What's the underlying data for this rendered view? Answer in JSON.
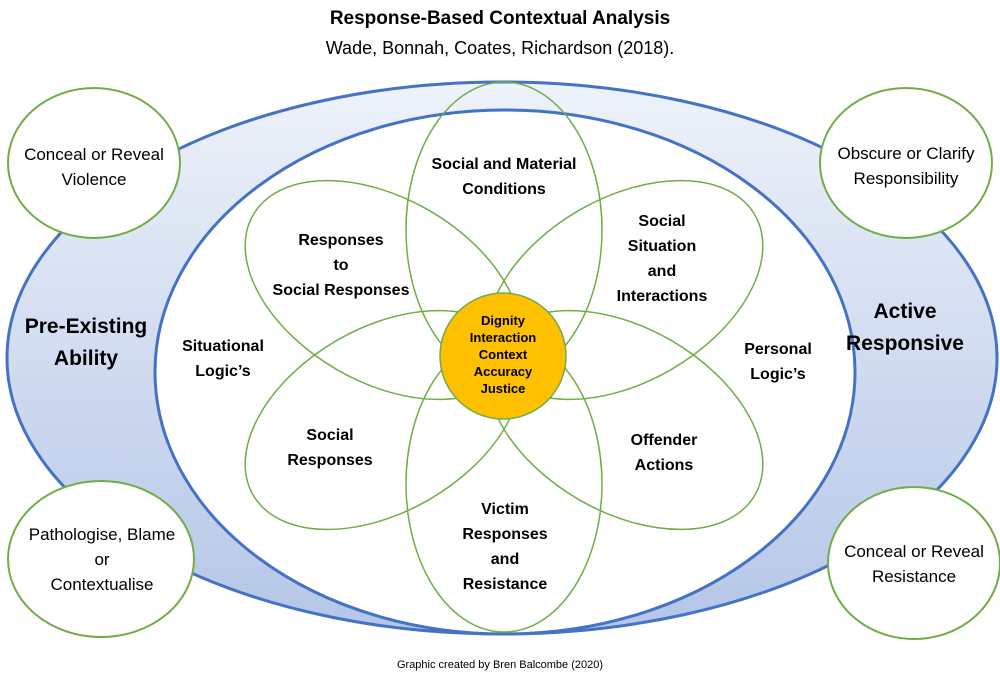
{
  "title": "Response-Based Contextual Analysis",
  "subtitle": "Wade, Bonnah, Coates, Richardson (2018).",
  "credit": "Graphic created by Bren Balcombe (2020)",
  "colors": {
    "outer_ring_stroke": "#4472c4",
    "outer_ring_fill_light": "#eef2fa",
    "outer_ring_fill_dark": "#b4c6e7",
    "petal_stroke": "#70ad47",
    "corner_stroke": "#70ad47",
    "center_fill": "#ffc000",
    "center_stroke": "#70ad47"
  },
  "outer": {
    "left": [
      "Pre-Existing",
      "Ability"
    ],
    "right": [
      "Active",
      "Responsive"
    ]
  },
  "logics": {
    "left": [
      "Situational",
      "Logic’s"
    ],
    "right": [
      "Personal",
      "Logic’s"
    ]
  },
  "petals": {
    "top": [
      "Social and Material",
      "Conditions"
    ],
    "upper_left": [
      "Responses",
      "to",
      "Social Responses"
    ],
    "upper_right": [
      "Social",
      "Situation",
      "and",
      "Interactions"
    ],
    "lower_left": [
      "Social",
      "Responses"
    ],
    "lower_right": [
      "Offender",
      "Actions"
    ],
    "bottom": [
      "Victim",
      "Responses",
      "and",
      "Resistance"
    ]
  },
  "center": [
    "Dignity",
    "Interaction",
    "Context",
    "Accuracy",
    "Justice"
  ],
  "corners": {
    "top_left": [
      "Conceal or Reveal",
      "Violence"
    ],
    "top_right": [
      "Obscure or Clarify",
      "Responsibility"
    ],
    "bottom_left": [
      "Pathologise, Blame",
      "or",
      "Contextualise"
    ],
    "bottom_right": [
      "Conceal or Reveal",
      "Resistance"
    ]
  }
}
